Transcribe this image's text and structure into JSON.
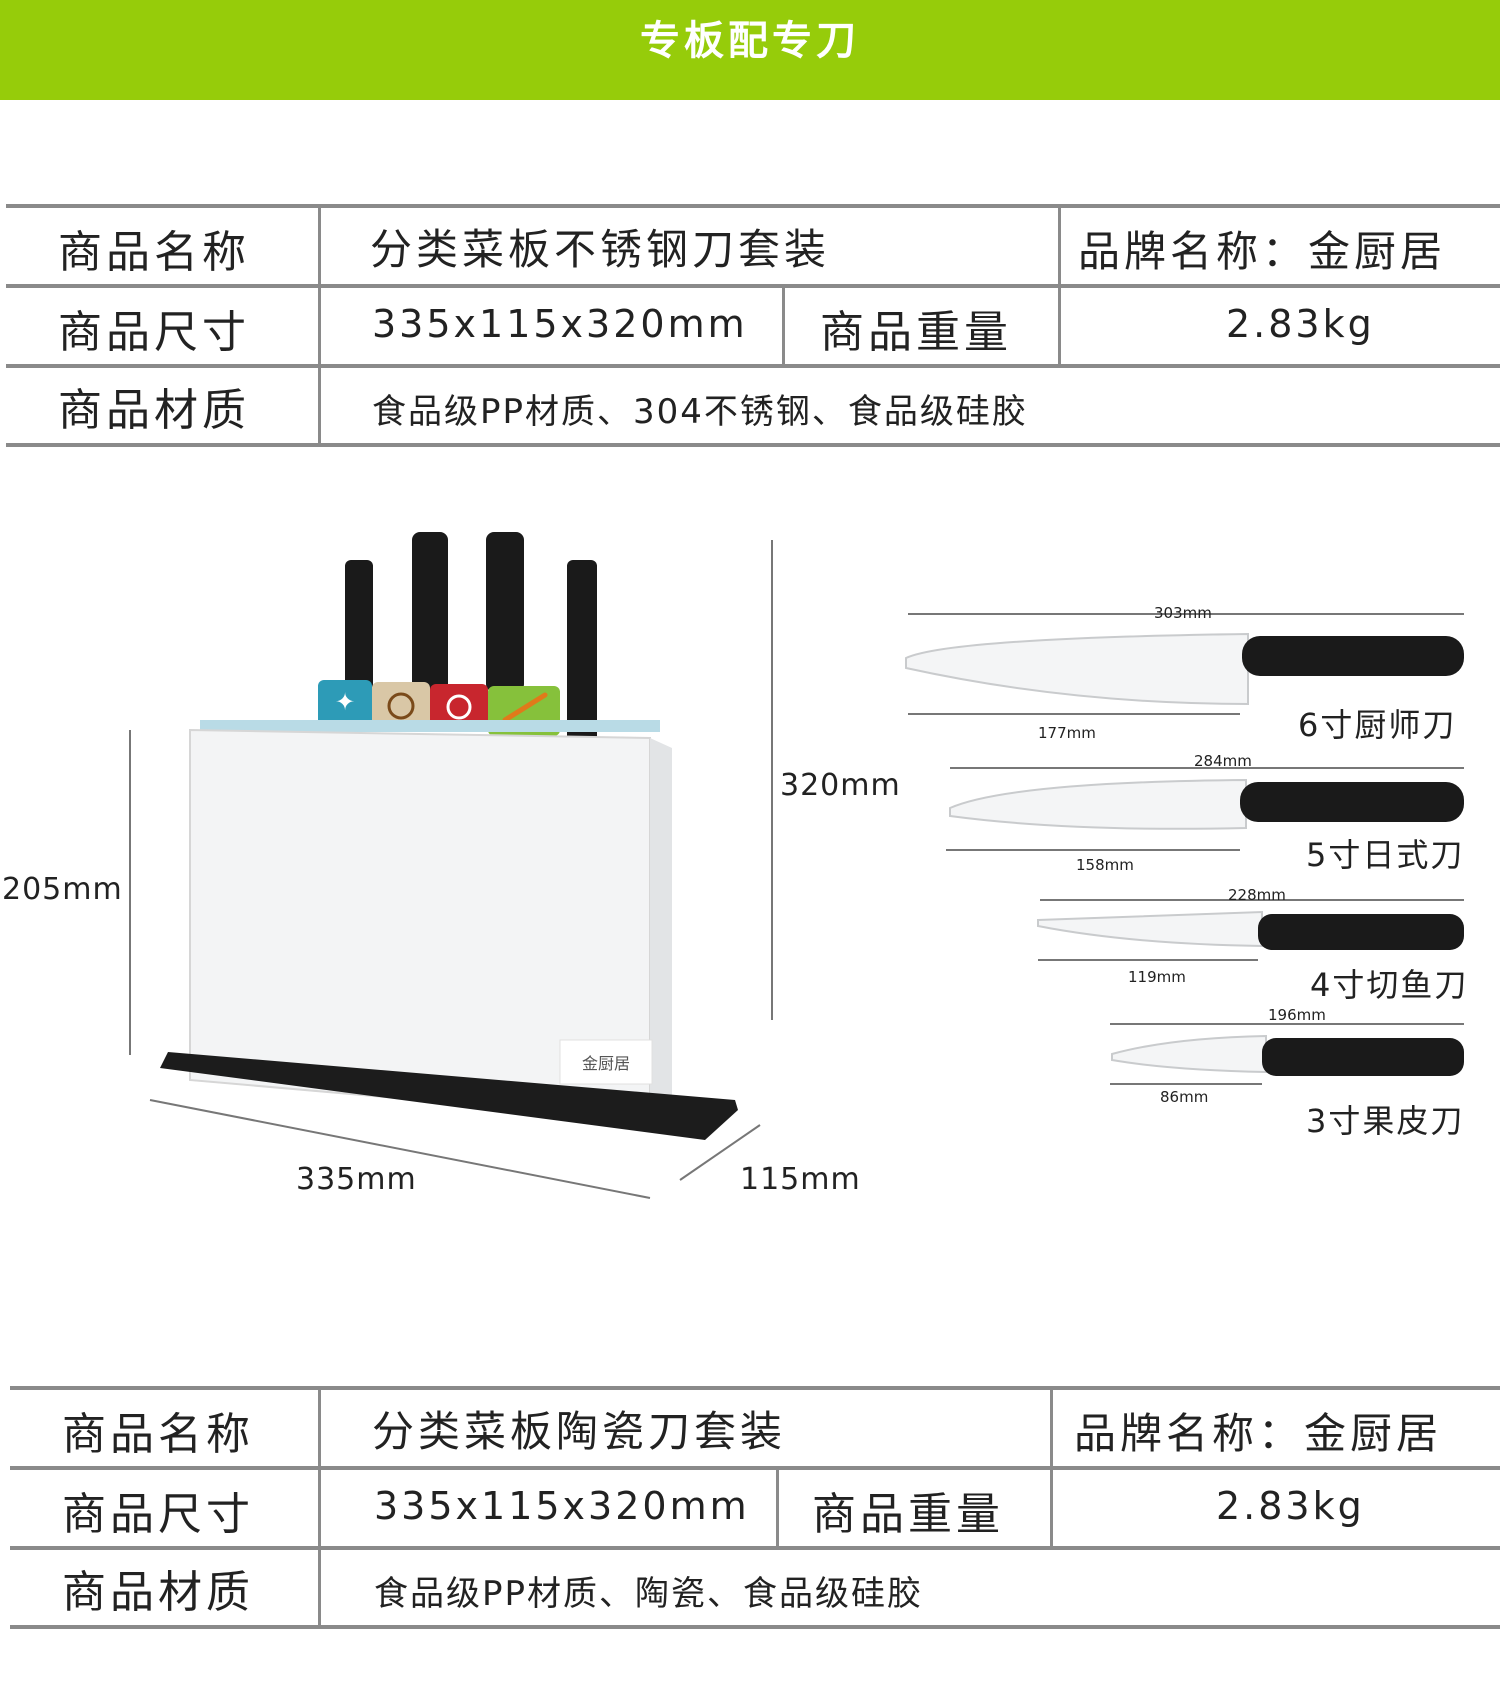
{
  "banner": {
    "title": "专板配专刀"
  },
  "spec1": {
    "name_label": "商品名称",
    "name_value": "分类菜板不锈钢刀套装",
    "brand": "品牌名称：金厨居",
    "size_label": "商品尺寸",
    "size_value": "335x115x320mm",
    "weight_label": "商品重量",
    "weight_value": "2.83kg",
    "material_label": "商品材质",
    "material_value": "食品级PP材质、304不锈钢、食品级硅胶"
  },
  "diagram": {
    "height_total": "320mm",
    "height_board": "205mm",
    "width": "335mm",
    "depth": "115mm",
    "logo": "金厨居",
    "knives": [
      {
        "total": "303mm",
        "blade": "177mm",
        "name": "6寸厨师刀"
      },
      {
        "total": "284mm",
        "blade": "158mm",
        "name": "5寸日式刀"
      },
      {
        "total": "228mm",
        "blade": "119mm",
        "name": "4寸切鱼刀"
      },
      {
        "total": "196mm",
        "blade": "86mm",
        "name": "3寸果皮刀"
      }
    ]
  },
  "spec2": {
    "name_label": "商品名称",
    "name_value": "分类菜板陶瓷刀套装",
    "brand": "品牌名称：金厨居",
    "size_label": "商品尺寸",
    "size_value": "335x115x320mm",
    "weight_label": "商品重量",
    "weight_value": "2.83kg",
    "material_label": "商品材质",
    "material_value": "食品级PP材质、陶瓷、食品级硅胶"
  },
  "colors": {
    "banner": "#96cc0a",
    "rule": "#8a8a8a",
    "handle": "#1a1a1a"
  }
}
